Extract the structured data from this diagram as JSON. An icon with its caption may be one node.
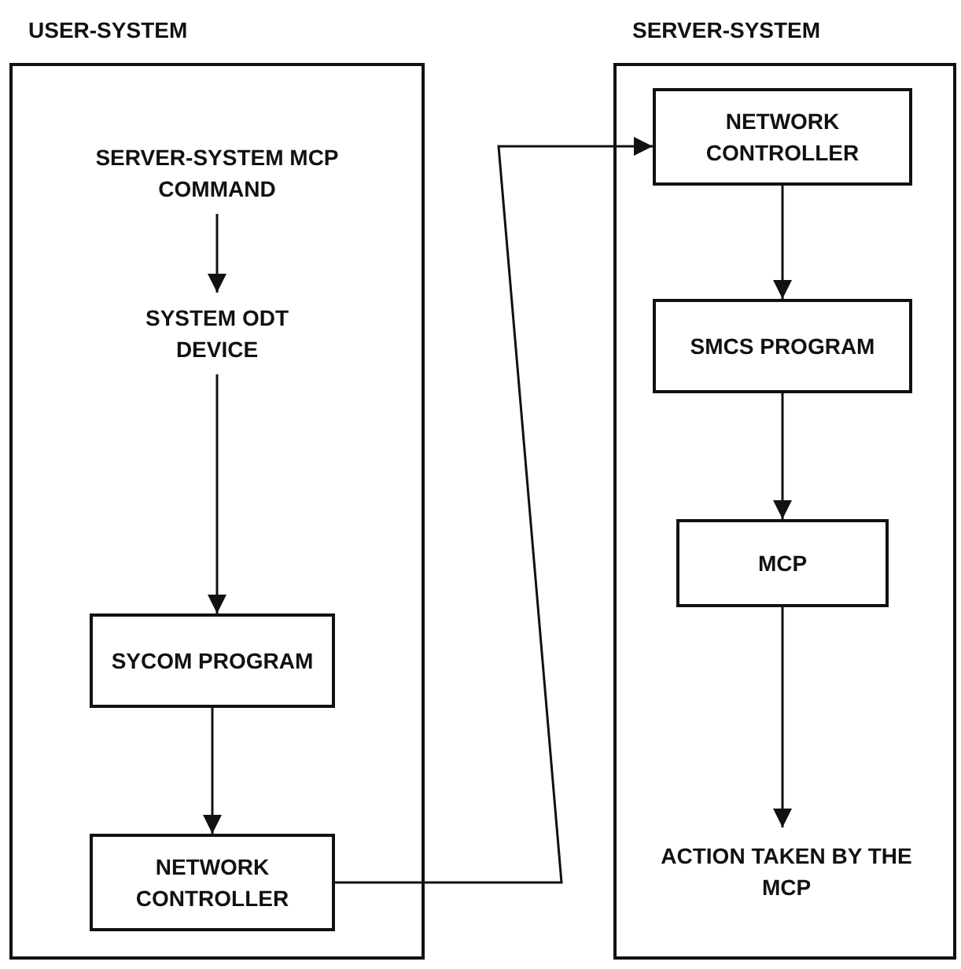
{
  "diagram": {
    "nodes": [
      {
        "text": [
          "USER-SYSTEM"
        ]
      },
      {
        "text": [
          "SERVER-SYSTEM MCP COMMAND"
        ],
        "in": 0
      },
      {
        "text": [
          "SYSTEM ODT DEVICE"
        ],
        "in": 0
      },
      {
        "text": [
          "SYCOM PROGRAM"
        ],
        "in": 0
      },
      {
        "text": [
          "NETWORK CONTROLLER"
        ],
        "in": 0
      },
      {
        "text": [
          "SERVER-SYSTEM"
        ]
      },
      {
        "text": [
          "NETWORK CONTROLLER"
        ],
        "in": 5
      },
      {
        "text": [
          "SMCS PROGRAM"
        ],
        "in": 5
      },
      {
        "text": [
          "MCP"
        ],
        "in": 5
      },
      {
        "text": [
          "ACTION TAKEN BY THE MCP"
        ],
        "in": 5
      }
    ],
    "edges": [
      {
        "from": 1,
        "to": 2,
        "arrow": "to"
      },
      {
        "from": 2,
        "to": 3,
        "arrow": "to"
      },
      {
        "from": 3,
        "to": 4,
        "arrow": "to"
      },
      {
        "from": 4,
        "to": 6,
        "arrow": "to"
      },
      {
        "from": 6,
        "to": 7,
        "arrow": "to"
      },
      {
        "from": 7,
        "to": 8,
        "arrow": "to"
      },
      {
        "from": 8,
        "to": 9,
        "arrow": "to"
      }
    ]
  }
}
